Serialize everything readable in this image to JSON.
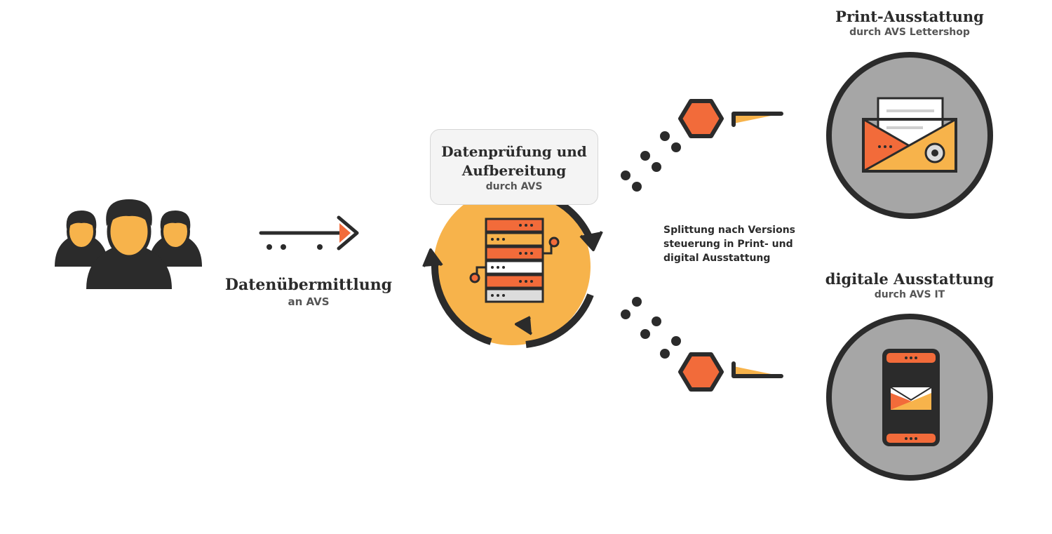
{
  "colors": {
    "dark": "#2b2b2b",
    "orange": "#f26b3a",
    "yellow": "#f7b34b",
    "grey": "#a6a6a6",
    "paper": "#f4f4f4"
  },
  "icons": [
    "people-icon",
    "arrow-right-icon",
    "server-icon",
    "cycle-arrows-icon",
    "hexagon-icon",
    "envelope-icon",
    "smartphone-icon"
  ],
  "source": {
    "title": "Datenübermittlung",
    "subtitle": "an AVS"
  },
  "processing": {
    "title_line1": "Datenprüfung und",
    "title_line2": "Aufbereitung",
    "subtitle": "durch AVS"
  },
  "split": {
    "line1": "Splittung nach Versions",
    "line2": "steuerung in Print- und",
    "line3": "digital Ausstattung"
  },
  "print": {
    "title": "Print-Ausstattung",
    "subtitle": "durch AVS Lettershop"
  },
  "digital": {
    "title": "digitale Ausstattung",
    "subtitle": "durch AVS IT"
  }
}
